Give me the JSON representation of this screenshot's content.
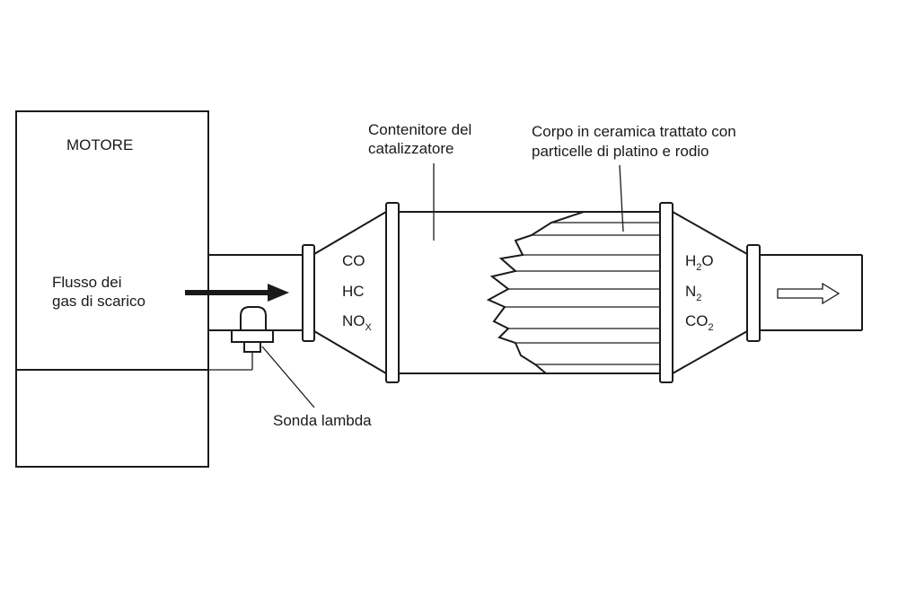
{
  "engine": {
    "label": "MOTORE"
  },
  "exhaust_flow": {
    "line1": "Flusso dei",
    "line2": "gas di scarico"
  },
  "lambda_sensor": {
    "label": "Sonda lambda"
  },
  "container": {
    "line1": "Contenitore del",
    "line2": "catalizzatore"
  },
  "ceramic_body": {
    "line1": "Corpo in ceramica trattato con",
    "line2": "particelle di platino e rodio"
  },
  "input_gases": [
    {
      "base": "CO",
      "sub": ""
    },
    {
      "base": "HC",
      "sub": ""
    },
    {
      "base": "NO",
      "sub": "X"
    }
  ],
  "output_gases": [
    {
      "base": "H",
      "sub": "2",
      "tail": "O"
    },
    {
      "base": "N",
      "sub": "2",
      "tail": ""
    },
    {
      "base": "CO",
      "sub": "2",
      "tail": ""
    }
  ]
}
